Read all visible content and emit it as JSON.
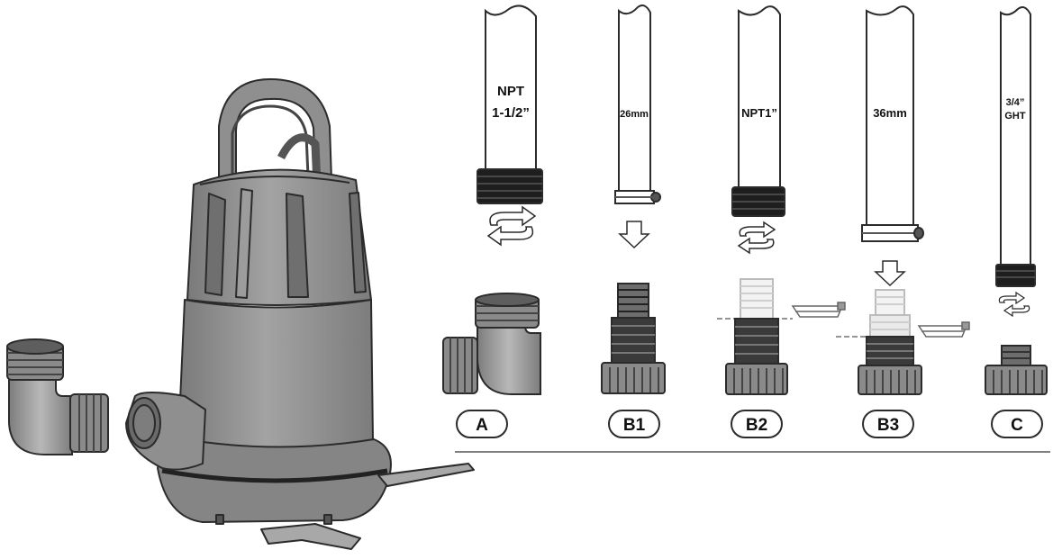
{
  "pipe_labels": {
    "a_line1": "NPT",
    "a_line2": "1-1/2”",
    "b1": "26mm",
    "b2": "NPT1”",
    "b3": "36mm",
    "c_line1": "3/4”",
    "c_line2": "GHT"
  },
  "options": {
    "a": "A",
    "b1": "B1",
    "b2": "B2",
    "b3": "B3",
    "c": "C"
  },
  "colors": {
    "line": "#2b2b2b",
    "pump_body": "#8c8c8c",
    "pump_dark": "#6f6f6f",
    "pump_light": "#b0b0b0",
    "collar": "#1e1e1e",
    "fitting": "#999999",
    "faded": "#d4d4d4"
  }
}
